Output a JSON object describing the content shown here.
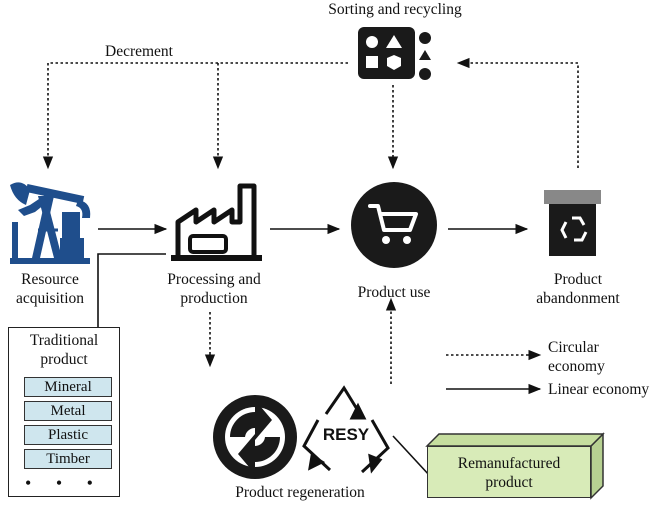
{
  "labels": {
    "sorting": "Sorting and recycling",
    "decrement": "Decrement",
    "resource_line1": "Resource",
    "resource_line2": "acquisition",
    "processing_line1": "Processing and",
    "processing_line2": "production",
    "product_use": "Product use",
    "abandon_line1": "Product",
    "abandon_line2": "abandonment",
    "regeneration": "Product regeneration",
    "resy": "RESY"
  },
  "traditional": {
    "title_line1": "Traditional",
    "title_line2": "product",
    "materials": [
      "Mineral",
      "Metal",
      "Plastic",
      "Timber"
    ],
    "more": "• • •"
  },
  "remanufactured": {
    "line1": "Remanufactured",
    "line2": "product"
  },
  "legend": {
    "circular_line1": "Circular",
    "circular_line2": "economy",
    "linear": "Linear economy"
  },
  "colors": {
    "material_fill": "#cfe6ee",
    "reman_fill": "#d8ebb8",
    "icon_dark": "#1a1a1a",
    "oil_blue": "#1f4e8c"
  },
  "icons": [
    "sorting-shapes-icon",
    "oil-pump-icon",
    "factory-icon",
    "shopping-cart-icon",
    "recycle-bin-icon",
    "green-dot-icon",
    "resy-recycle-icon"
  ]
}
